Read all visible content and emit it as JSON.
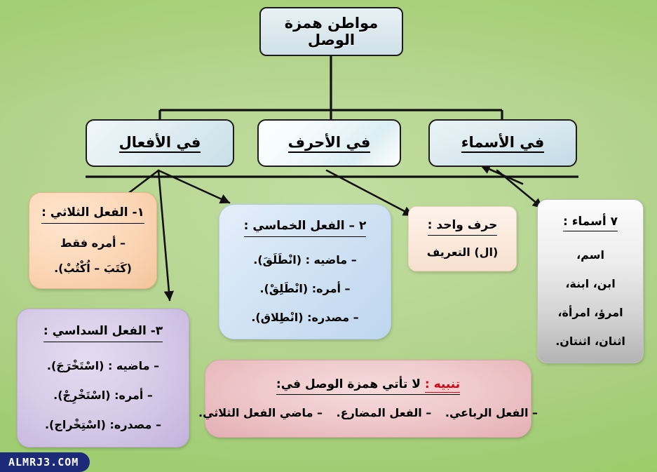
{
  "title": {
    "text": "مواطن همزة الوصل"
  },
  "categories": [
    {
      "id": "af3al",
      "label": "في الأفعال"
    },
    {
      "id": "ahruf",
      "label": "في الأحرف"
    },
    {
      "id": "asmaa",
      "label": "في الأسماء"
    }
  ],
  "cards": {
    "thulathi": {
      "heading": "١- الفعل الثلاثي :",
      "lines": [
        "– أمره فقط",
        "(كَتَبَ – اُكْتُبْ)."
      ]
    },
    "sudasi": {
      "heading": "٣- الفعل السداسي :",
      "lines": [
        "– ماضيه : (اسْتَخْرَجَ).",
        "– أمره: (اسْتَخْرِجْ).",
        "– مصدره: (اسْتِخْراج)."
      ]
    },
    "khumasi": {
      "heading": "٢ – الفعل الخماسي :",
      "lines": [
        "– ماضيه : (انْطَلَقَ).",
        "– أمره: (انْطَلِقْ).",
        "– مصدره: (انْطِلاق)."
      ]
    },
    "harf": {
      "heading": "حرف واحد :",
      "lines": [
        "(ال) التعريف"
      ]
    },
    "asmaa": {
      "heading": "٧ أسماء :",
      "lines": [
        "اسم،",
        "ابن، ابنة،",
        "امرؤ، امرأة،",
        "اثنان، اثنتان."
      ]
    },
    "note": {
      "warning_label": "تنبيه :",
      "heading_rest": "لا تأتي همزة الوصل في:",
      "items": [
        "– الفعل الرباعي.",
        "– الفعل المضارع.",
        "– ماضي الفعل الثلاثي."
      ]
    }
  },
  "watermark": {
    "text": "ALMRJ3.COM"
  },
  "colors": {
    "background_green": "#a5ce78",
    "title_box": "#dde9ef",
    "category_box": "#d8e9f0",
    "card_thulathi": "#fbd6b6",
    "card_sudasi": "#d7cbe8",
    "card_khumasi": "#d2e3f4",
    "card_harf": "#fbeade",
    "card_asmaa": "#ededed",
    "card_note": "#efc9cb",
    "warning_red": "#cf0a17",
    "line_black": "#111111",
    "watermark_blue": "#1d2a7a"
  }
}
